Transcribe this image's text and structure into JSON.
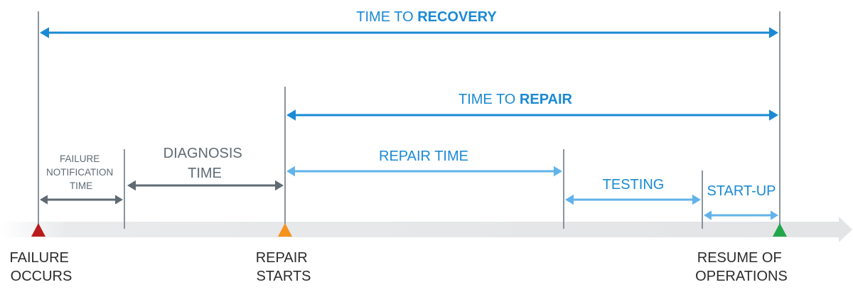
{
  "colors": {
    "dark_blue": "#1a8ad4",
    "light_blue": "#62b3ea",
    "gray": "#5f6b74",
    "tick_gray": "#8a949c",
    "axis_gray": "#e6e8ea",
    "failure_marker": "#b91c1c",
    "repair_marker": "#f6921e",
    "resume_marker": "#22a64a"
  },
  "spans": {
    "recovery": {
      "prefix": "TIME TO ",
      "bold": "RECOVERY"
    },
    "repair": {
      "prefix": "TIME TO ",
      "bold": "REPAIR"
    },
    "repair_time": "REPAIR TIME",
    "testing": "TESTING",
    "startup": "START-UP",
    "diagnosis": [
      "DIAGNOSIS",
      "TIME"
    ],
    "notification": [
      "FAILURE",
      "NOTIFICATION",
      "TIME"
    ]
  },
  "events": {
    "failure": [
      "FAILURE",
      "OCCURS"
    ],
    "repair": [
      "REPAIR",
      "STARTS"
    ],
    "resume": [
      "RESUME OF",
      "OPERATIONS"
    ]
  }
}
